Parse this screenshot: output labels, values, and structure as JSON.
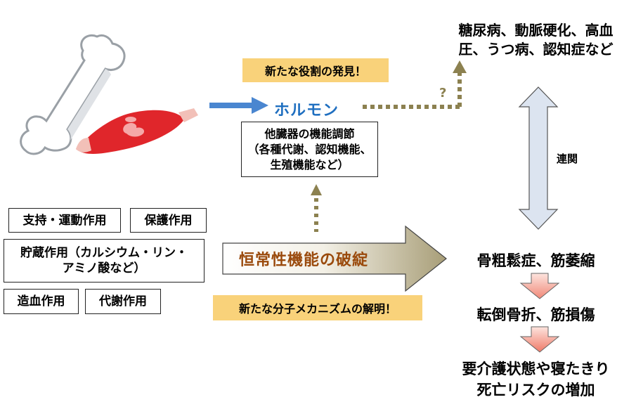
{
  "illustration": {
    "bone_icon": "bone-icon",
    "muscle_icon": "muscle-icon"
  },
  "bone_functions": [
    {
      "label": "支持・運動作用"
    },
    {
      "label": "保護作用"
    },
    {
      "label": "貯蔵作用（カルシウム・リン・アミノ酸など）",
      "line1": "貯蔵作用（カルシウム・リン・",
      "line2": "アミノ酸など）"
    },
    {
      "label": "造血作用"
    },
    {
      "label": "代謝作用"
    }
  ],
  "discovery_banner": "新たな役割の発見！",
  "hormone": {
    "label": "ホルモン",
    "color": "#1f6fc0",
    "description_line1": "他臓器の機能調節",
    "description_line2": "（各種代謝、認知機能、",
    "description_line3": "生殖機能など）"
  },
  "question_mark": "?",
  "diseases": {
    "line1": "糖尿病、動脈硬化、高血",
    "line2": "圧、うつ病、認知症など"
  },
  "correlation_label": "連関",
  "homeostasis_arrow_label": "恒常性機能の破綻",
  "mechanism_banner": "新たな分子メカニズムの解明！",
  "outcomes": [
    {
      "label": "骨粗鬆症、筋萎縮"
    },
    {
      "label": "転倒骨折、筋損傷"
    },
    {
      "label": "要介護状態や寝たきり",
      "line2": "死亡リスクの増加"
    }
  ],
  "colors": {
    "banner": "#f9d27a",
    "dotted_arrow": "#8c8150",
    "blue_arrow": "#4a86d0",
    "correlation_arrow": "#dce4f0",
    "homeostasis_text": "#9a4a0c",
    "down_arrow": "#f08878"
  }
}
